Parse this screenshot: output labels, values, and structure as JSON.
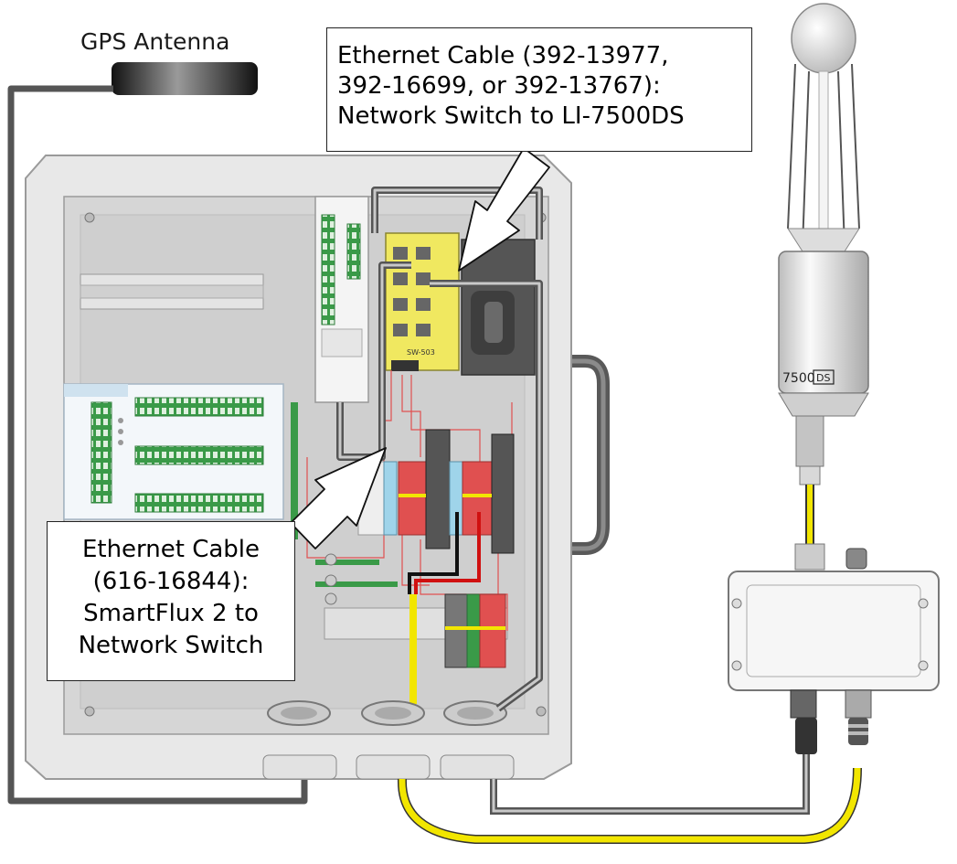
{
  "labels": {
    "gps_antenna": "GPS Antenna"
  },
  "callouts": {
    "top": {
      "lines": [
        "Ethernet Cable (392-13977,",
        "392-16699, or 392-13767):",
        "Network Switch to LI-7500DS"
      ]
    },
    "left": {
      "lines": [
        "Ethernet Cable",
        "(616-16844):",
        "SmartFlux 2 to",
        "Network Switch"
      ]
    }
  },
  "device_text": {
    "switch_model": "SW-503",
    "analyzer_model": "7500",
    "analyzer_suffix": "DS"
  },
  "colors": {
    "gray_cable": "#555555",
    "yellow_cable": "#f2e600",
    "red_wire": "#d01010",
    "switch_yellow": "#f0e860",
    "terminal_red": "#e05050",
    "terminal_blue": "#9fd4ea",
    "terminal_green": "#3a9a48"
  }
}
